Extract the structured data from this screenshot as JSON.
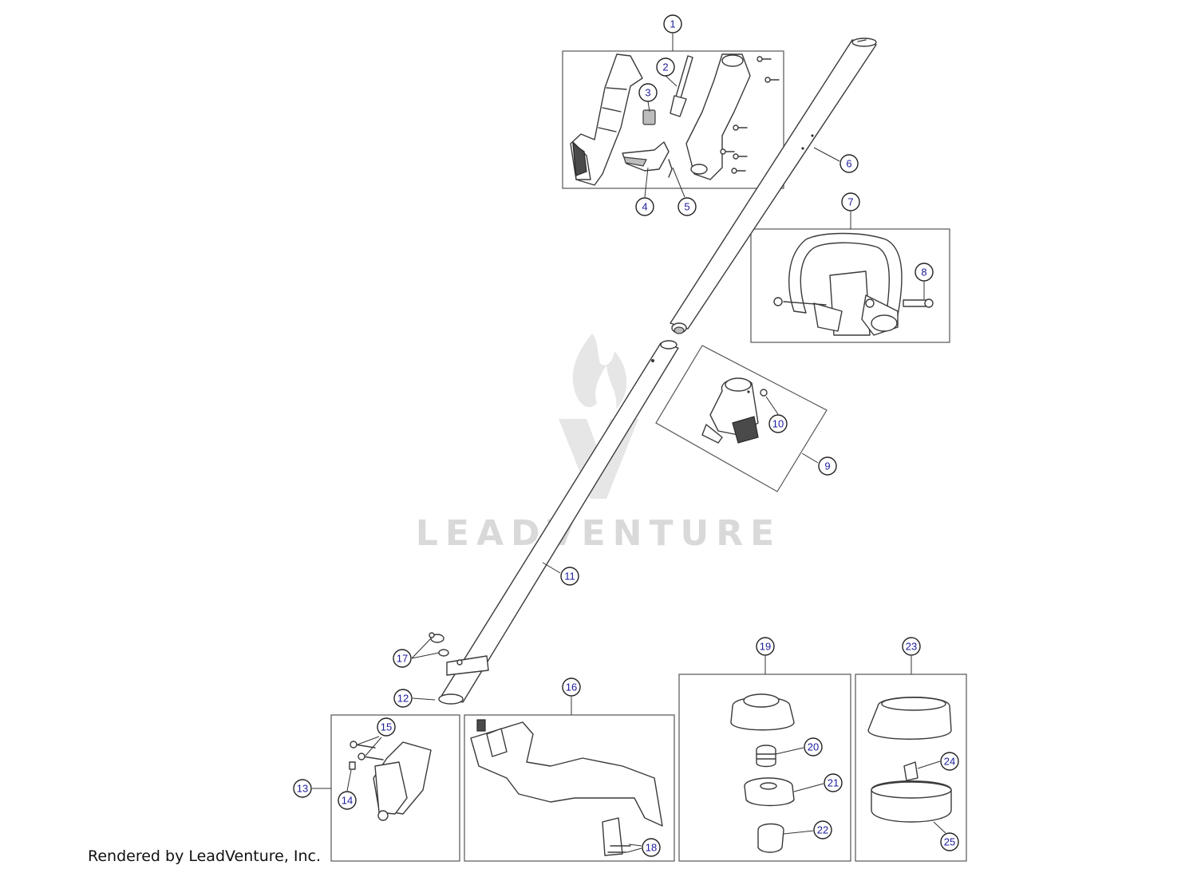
{
  "watermark": {
    "text": "LEADVENTURE",
    "logo_icon": "flame-v-logo-icon"
  },
  "footer": {
    "text": "Rendered by LeadVenture, Inc."
  },
  "callouts": [
    {
      "label": "1"
    },
    {
      "label": "2"
    },
    {
      "label": "3"
    },
    {
      "label": "4"
    },
    {
      "label": "5"
    },
    {
      "label": "6"
    },
    {
      "label": "7"
    },
    {
      "label": "8"
    },
    {
      "label": "9"
    },
    {
      "label": "10"
    },
    {
      "label": "11"
    },
    {
      "label": "12"
    },
    {
      "label": "13"
    },
    {
      "label": "14"
    },
    {
      "label": "15"
    },
    {
      "label": "16"
    },
    {
      "label": "17"
    },
    {
      "label": "18"
    },
    {
      "label": "19"
    },
    {
      "label": "20"
    },
    {
      "label": "21"
    },
    {
      "label": "22"
    },
    {
      "label": "23"
    },
    {
      "label": "24"
    },
    {
      "label": "25"
    }
  ],
  "colors": {
    "callout_text": "#1c1c9c",
    "line": "#3a3a3a",
    "watermark": "#d9d9d9"
  }
}
